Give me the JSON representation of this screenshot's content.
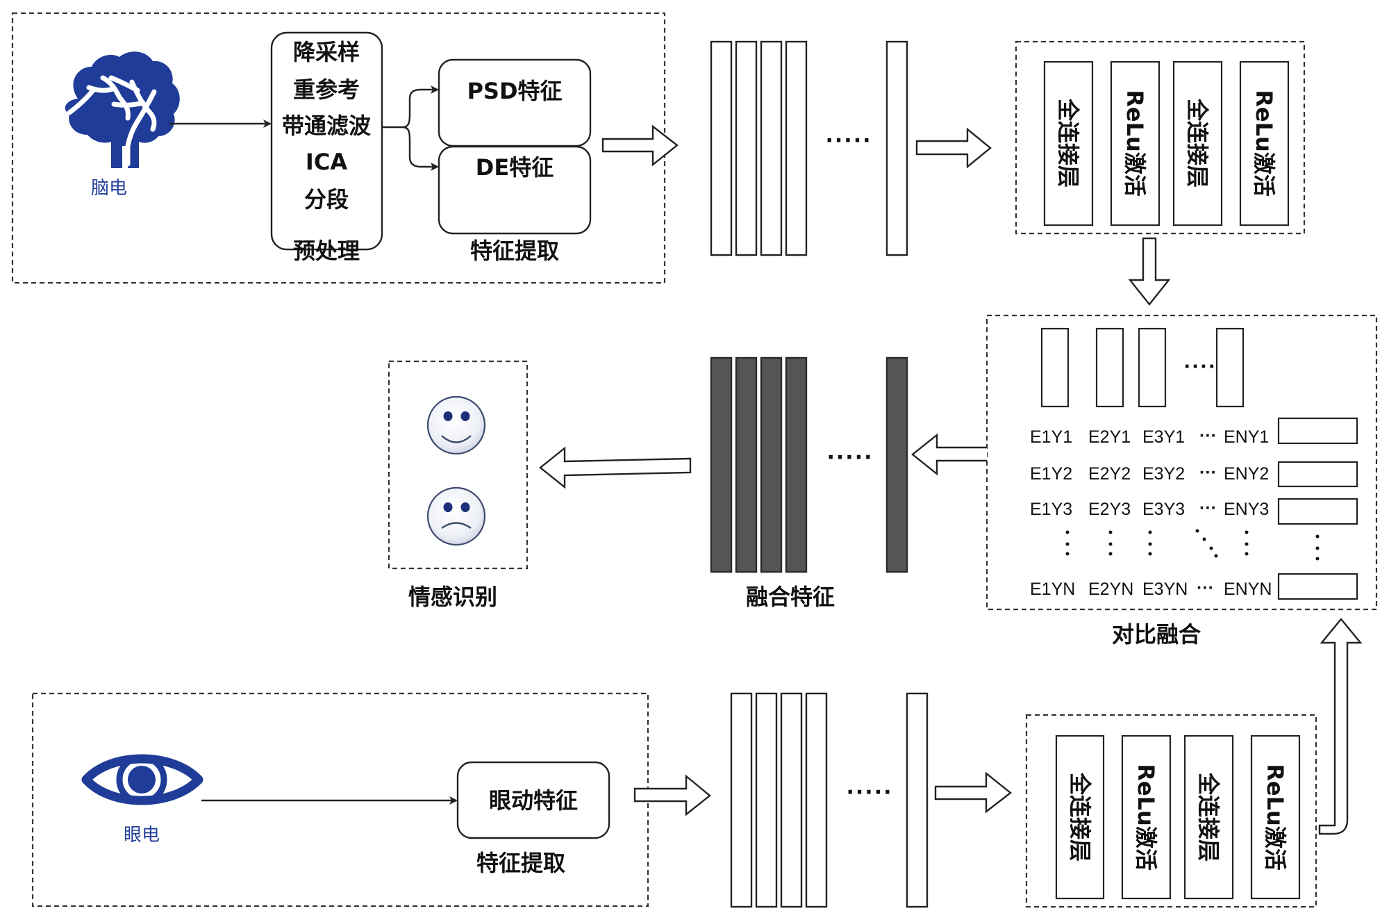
{
  "colors": {
    "icon_blue": "#1f3c98",
    "fused_bar": "#555555",
    "face_eye": "#1e2f7a"
  },
  "eeg_module": {
    "icon": "brain-icon",
    "source_label": "脑电",
    "preprocessing_steps": [
      "降采样",
      "重参考",
      "带通滤波",
      "ICA",
      "分段"
    ],
    "preprocessing_caption": "预处理",
    "features": [
      "PSD特征",
      "DE特征"
    ],
    "feature_caption": "特征提取"
  },
  "eye_module": {
    "icon": "eye-icon",
    "source_label": "眼电",
    "feature": "眼动特征",
    "feature_caption": "特征提取"
  },
  "eeg_fc_block": {
    "layers": [
      "全连接层",
      "ReLu激活",
      "全连接层",
      "ReLu激活"
    ]
  },
  "eye_fc_block": {
    "layers": [
      "全连接层",
      "ReLu激活",
      "全连接层",
      "ReLu激活"
    ]
  },
  "contrastive_fusion": {
    "caption": "对比融合",
    "ellipsis": "····",
    "matrix_rows": [
      [
        "E1Y1",
        "E2Y1",
        "E3Y1",
        "ENY1"
      ],
      [
        "E1Y2",
        "E2Y2",
        "E3Y2",
        "ENY2"
      ],
      [
        "E1Y3",
        "E2Y3",
        "E3Y3",
        "ENY3"
      ],
      [
        "E1YN",
        "E2YN",
        "E3YN",
        "ENYN"
      ]
    ],
    "row_separator": "···"
  },
  "fusion_features": {
    "caption": "融合特征",
    "ellipsis": "·····"
  },
  "feature_stack": {
    "ellipsis": "·····"
  },
  "emotion_recognition": {
    "caption": "情感识别",
    "outputs": [
      "happy-face-icon",
      "sad-face-icon"
    ]
  }
}
